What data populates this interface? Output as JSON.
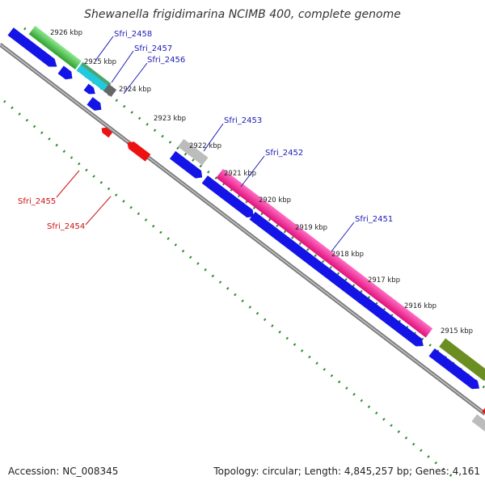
{
  "header": {
    "title": "Shewanella frigidimarina NCIMB 400, complete genome"
  },
  "scale_labels": [
    "2926 kbp",
    "2925 kbp",
    "2924 kbp",
    "2923 kbp",
    "2922 kbp",
    "2921 kbp",
    "2920 kbp",
    "2919 kbp",
    "2918 kbp",
    "2917 kbp",
    "2916 kbp",
    "2915 kbp"
  ],
  "gene_labels": [
    {
      "label": "Sfri_2458",
      "strand": "forward"
    },
    {
      "label": "Sfri_2457",
      "strand": "forward"
    },
    {
      "label": "Sfri_2456",
      "strand": "forward"
    },
    {
      "label": "Sfri_2453",
      "strand": "forward"
    },
    {
      "label": "Sfri_2452",
      "strand": "forward"
    },
    {
      "label": "Sfri_2451",
      "strand": "forward"
    },
    {
      "label": "Sfri_2455",
      "strand": "reverse"
    },
    {
      "label": "Sfri_2454",
      "strand": "reverse"
    }
  ],
  "colors": {
    "backbone": "#8c8c8c",
    "scale_ticks": "#2e8b2e",
    "cds_forward": "#1414e6",
    "cds_reverse": "#ee1111",
    "gene_label_forward": "#1a1ab8",
    "gene_label_reverse": "#cc1111",
    "feature_green": "#4fc44f",
    "feature_cyan": "#22c8dd",
    "feature_olive": "#6b8e23",
    "feature_gray": "#b8b8b8",
    "feature_darkgray": "#666666",
    "feature_pink": "#ff1493"
  },
  "footer": {
    "accession": "Accession: NC_008345",
    "stats": "Topology: circular; Length: 4,845,257 bp; Genes: 4,161"
  }
}
